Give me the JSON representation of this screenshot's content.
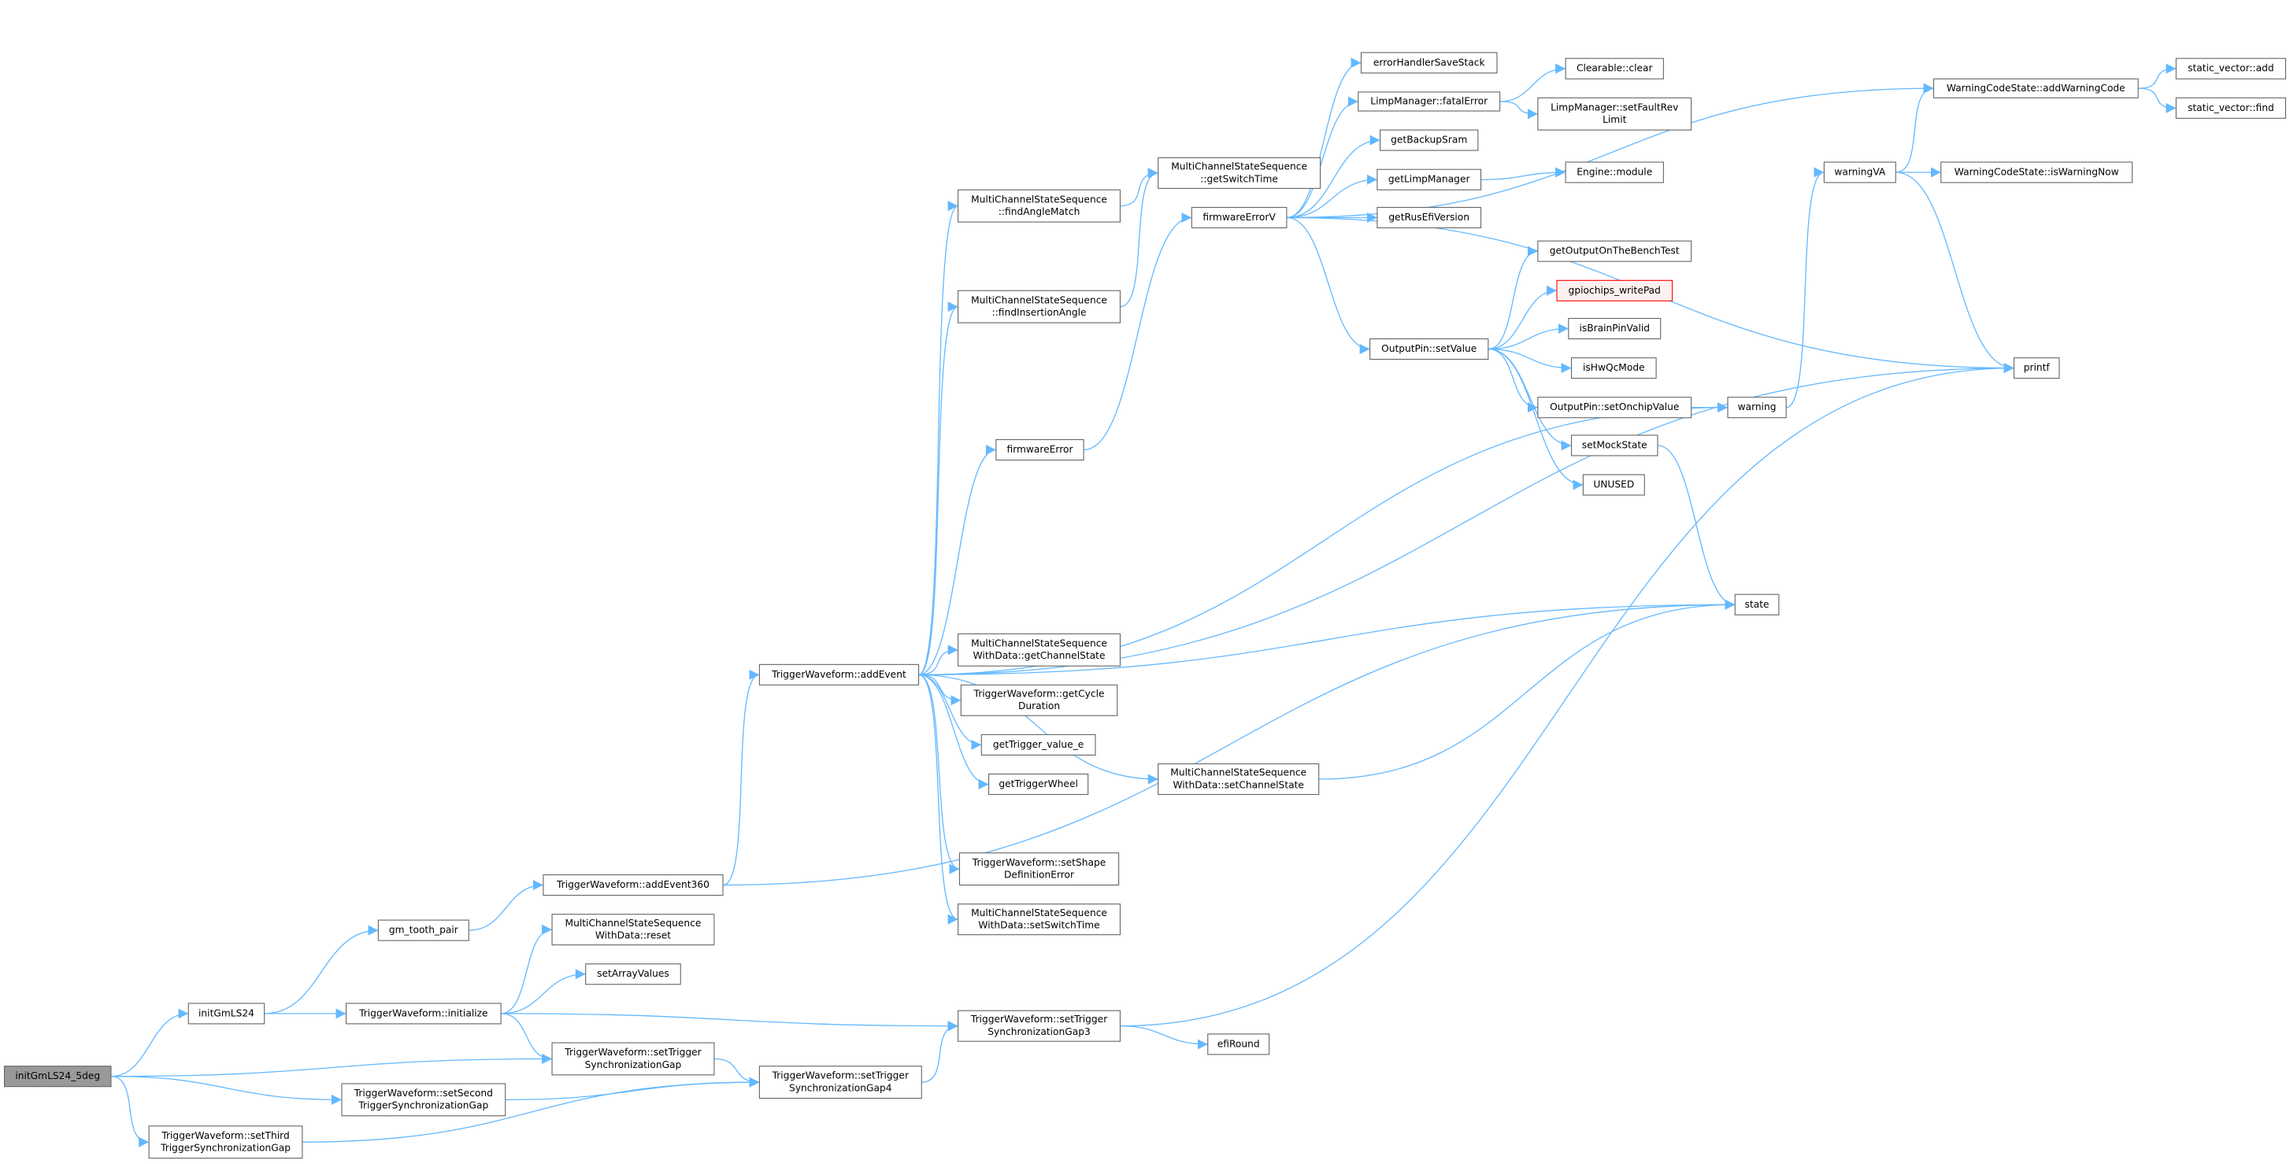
{
  "title": "initGmLS24_5deg call graph",
  "colors": {
    "edge": "#63b8ff",
    "root_fill": "#999999",
    "node_border": "#666666",
    "missing_border": "#ff0000"
  },
  "nodes": {
    "initGmLS24_5deg": [
      "initGmLS24_5deg"
    ],
    "initGmLS24": [
      "initGmLS24"
    ],
    "gm_tooth_pair": [
      "gm_tooth_pair"
    ],
    "initialize": [
      "TriggerWaveform::initialize"
    ],
    "addEvent360": [
      "TriggerWaveform::addEvent360"
    ],
    "reset": [
      "MultiChannelStateSequence",
      "WithData::reset"
    ],
    "setArrayValues": [
      "setArrayValues"
    ],
    "setGap": [
      "TriggerWaveform::setTrigger",
      "SynchronizationGap"
    ],
    "setSecondGap": [
      "TriggerWaveform::setSecond",
      "TriggerSynchronizationGap"
    ],
    "setThirdGap": [
      "TriggerWaveform::setThird",
      "TriggerSynchronizationGap"
    ],
    "setGap4": [
      "TriggerWaveform::setTrigger",
      "SynchronizationGap4"
    ],
    "setGap3": [
      "TriggerWaveform::setTrigger",
      "SynchronizationGap3"
    ],
    "efiRound": [
      "efiRound"
    ],
    "addEvent": [
      "TriggerWaveform::addEvent"
    ],
    "findAngleMatch": [
      "MultiChannelStateSequence",
      "::findAngleMatch"
    ],
    "findInsertionAngle": [
      "MultiChannelStateSequence",
      "::findInsertionAngle"
    ],
    "getSwitchTime": [
      "MultiChannelStateSequence",
      "::getSwitchTime"
    ],
    "firmwareError": [
      "firmwareError"
    ],
    "firmwareErrorV": [
      "firmwareErrorV"
    ],
    "getChannelState": [
      "MultiChannelStateSequence",
      "WithData::getChannelState"
    ],
    "getCycleDuration": [
      "TriggerWaveform::getCycle",
      "Duration"
    ],
    "getTrigger_value_e": [
      "getTrigger_value_e"
    ],
    "getTriggerWheel": [
      "getTriggerWheel"
    ],
    "setChannelState": [
      "MultiChannelStateSequence",
      "WithData::setChannelState"
    ],
    "setShapeDefinitionError": [
      "TriggerWaveform::setShape",
      "DefinitionError"
    ],
    "setSwitchTime": [
      "MultiChannelStateSequence",
      "WithData::setSwitchTime"
    ],
    "errorHandlerSaveStack": [
      "errorHandlerSaveStack"
    ],
    "fatalError": [
      "LimpManager::fatalError"
    ],
    "clear": [
      "Clearable::clear"
    ],
    "setFaultRevLimit": [
      "LimpManager::setFaultRev",
      "Limit"
    ],
    "getBackupSram": [
      "getBackupSram"
    ],
    "getLimpManager": [
      "getLimpManager"
    ],
    "engineModule": [
      "Engine::module"
    ],
    "getRusEfiVersion": [
      "getRusEfiVersion"
    ],
    "setValue": [
      "OutputPin::setValue"
    ],
    "getOutputOnTheBenchTest": [
      "getOutputOnTheBenchTest"
    ],
    "gpiochips_writePad": [
      "gpiochips_writePad"
    ],
    "isBrainPinValid": [
      "isBrainPinValid"
    ],
    "isHwQcMode": [
      "isHwQcMode"
    ],
    "setOnchipValue": [
      "OutputPin::setOnchipValue"
    ],
    "setMockState": [
      "setMockState"
    ],
    "UNUSED": [
      "UNUSED"
    ],
    "state": [
      "state"
    ],
    "warning": [
      "warning"
    ],
    "warningVA": [
      "warningVA"
    ],
    "addWarningCode": [
      "WarningCodeState::addWarningCode"
    ],
    "isWarningNow": [
      "WarningCodeState::isWarningNow"
    ],
    "vectorAdd": [
      "static_vector::add"
    ],
    "vectorFind": [
      "static_vector::find"
    ],
    "printf": [
      "printf"
    ]
  },
  "edges": [
    [
      "initGmLS24_5deg",
      "initGmLS24"
    ],
    [
      "initGmLS24_5deg",
      "setGap"
    ],
    [
      "initGmLS24_5deg",
      "setSecondGap"
    ],
    [
      "initGmLS24_5deg",
      "setThirdGap"
    ],
    [
      "initGmLS24",
      "gm_tooth_pair"
    ],
    [
      "initGmLS24",
      "initialize"
    ],
    [
      "gm_tooth_pair",
      "addEvent360"
    ],
    [
      "addEvent360",
      "addEvent"
    ],
    [
      "addEvent360",
      "state"
    ],
    [
      "initialize",
      "reset"
    ],
    [
      "initialize",
      "setArrayValues"
    ],
    [
      "initialize",
      "setGap"
    ],
    [
      "initialize",
      "setGap3"
    ],
    [
      "setGap",
      "setGap4"
    ],
    [
      "setSecondGap",
      "setGap4"
    ],
    [
      "setThirdGap",
      "setGap4"
    ],
    [
      "setGap4",
      "setGap3"
    ],
    [
      "setGap3",
      "efiRound"
    ],
    [
      "setGap3",
      "printf"
    ],
    [
      "addEvent",
      "findAngleMatch"
    ],
    [
      "addEvent",
      "findInsertionAngle"
    ],
    [
      "addEvent",
      "firmwareError"
    ],
    [
      "addEvent",
      "printf"
    ],
    [
      "addEvent",
      "state"
    ],
    [
      "addEvent",
      "warning"
    ],
    [
      "addEvent",
      "getChannelState"
    ],
    [
      "addEvent",
      "getCycleDuration"
    ],
    [
      "addEvent",
      "getTrigger_value_e"
    ],
    [
      "addEvent",
      "getTriggerWheel"
    ],
    [
      "addEvent",
      "setChannelState"
    ],
    [
      "addEvent",
      "setShapeDefinitionError"
    ],
    [
      "addEvent",
      "setSwitchTime"
    ],
    [
      "findAngleMatch",
      "getSwitchTime"
    ],
    [
      "findInsertionAngle",
      "getSwitchTime"
    ],
    [
      "firmwareError",
      "firmwareErrorV"
    ],
    [
      "firmwareErrorV",
      "errorHandlerSaveStack"
    ],
    [
      "firmwareErrorV",
      "fatalError"
    ],
    [
      "firmwareErrorV",
      "getBackupSram"
    ],
    [
      "firmwareErrorV",
      "getLimpManager"
    ],
    [
      "firmwareErrorV",
      "getRusEfiVersion"
    ],
    [
      "firmwareErrorV",
      "printf"
    ],
    [
      "firmwareErrorV",
      "setValue"
    ],
    [
      "firmwareErrorV",
      "addWarningCode"
    ],
    [
      "fatalError",
      "clear"
    ],
    [
      "fatalError",
      "setFaultRevLimit"
    ],
    [
      "getLimpManager",
      "engineModule"
    ],
    [
      "setValue",
      "getOutputOnTheBenchTest"
    ],
    [
      "setValue",
      "gpiochips_writePad"
    ],
    [
      "setValue",
      "isBrainPinValid"
    ],
    [
      "setValue",
      "isHwQcMode"
    ],
    [
      "setValue",
      "setOnchipValue"
    ],
    [
      "setValue",
      "setMockState"
    ],
    [
      "setValue",
      "UNUSED"
    ],
    [
      "setOnchipValue",
      "warning"
    ],
    [
      "setMockState",
      "state"
    ],
    [
      "setChannelState",
      "state"
    ],
    [
      "warning",
      "warningVA"
    ],
    [
      "warningVA",
      "addWarningCode"
    ],
    [
      "warningVA",
      "isWarningNow"
    ],
    [
      "warningVA",
      "printf"
    ],
    [
      "addWarningCode",
      "vectorAdd"
    ],
    [
      "addWarningCode",
      "vectorFind"
    ]
  ]
}
